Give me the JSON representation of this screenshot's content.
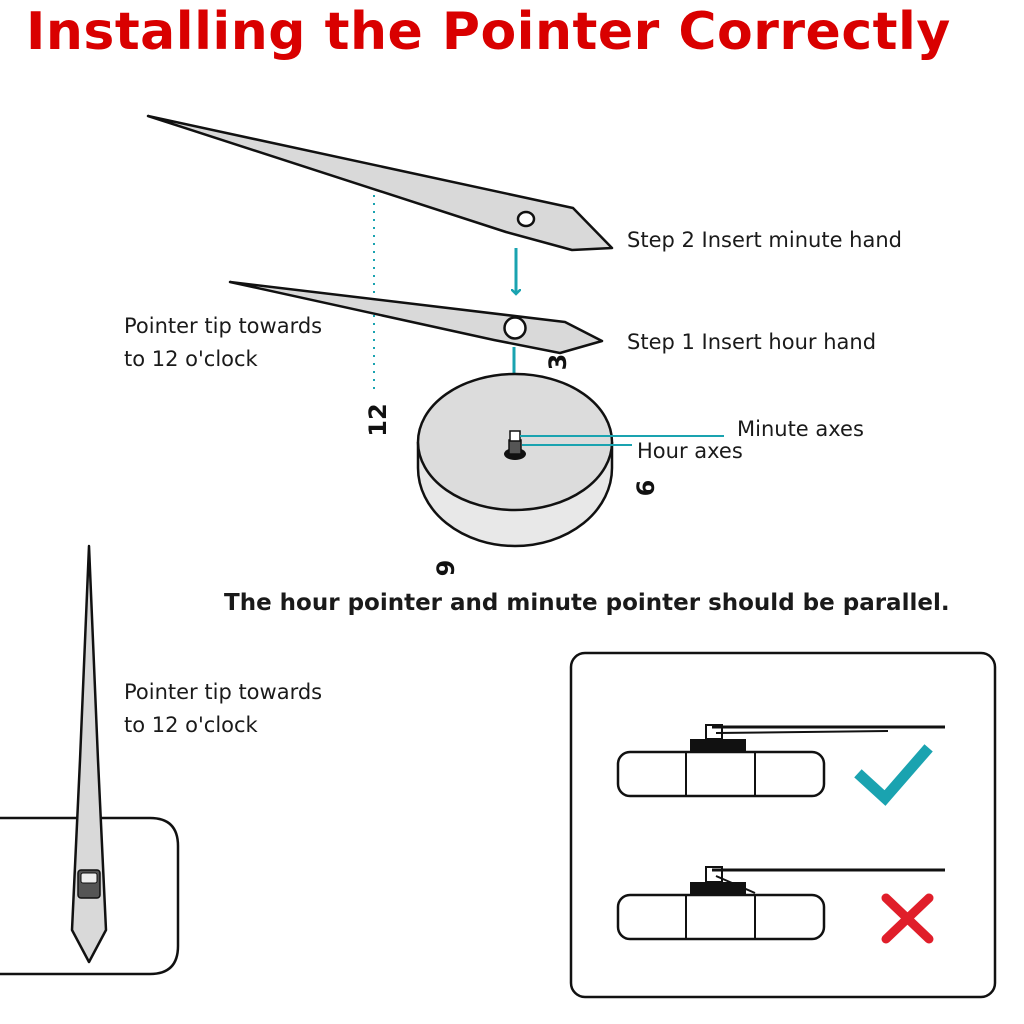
{
  "title": "Installing the Pointer Correctly",
  "labels": {
    "step2": "Step 2 Insert minute hand",
    "step1": "Step 1 Insert hour hand",
    "pointer_tip_line1": "Pointer tip towards",
    "pointer_tip_line2": "to 12 o'clock",
    "minute_axes": "Minute axes",
    "hour_axes": "Hour axes",
    "parallel_note": "The hour pointer and minute pointer should be parallel."
  },
  "dial_numbers": {
    "twelve": "12",
    "three": "3",
    "six": "6",
    "nine": "9"
  },
  "colors": {
    "title": "#d90000",
    "arrow": "#1aa3b0",
    "check": "#1aa3b0",
    "cross": "#e01e2a",
    "hand_fill": "#d9d9d9"
  },
  "icons": {
    "correct": "check-mark-icon",
    "incorrect": "cross-mark-icon"
  }
}
